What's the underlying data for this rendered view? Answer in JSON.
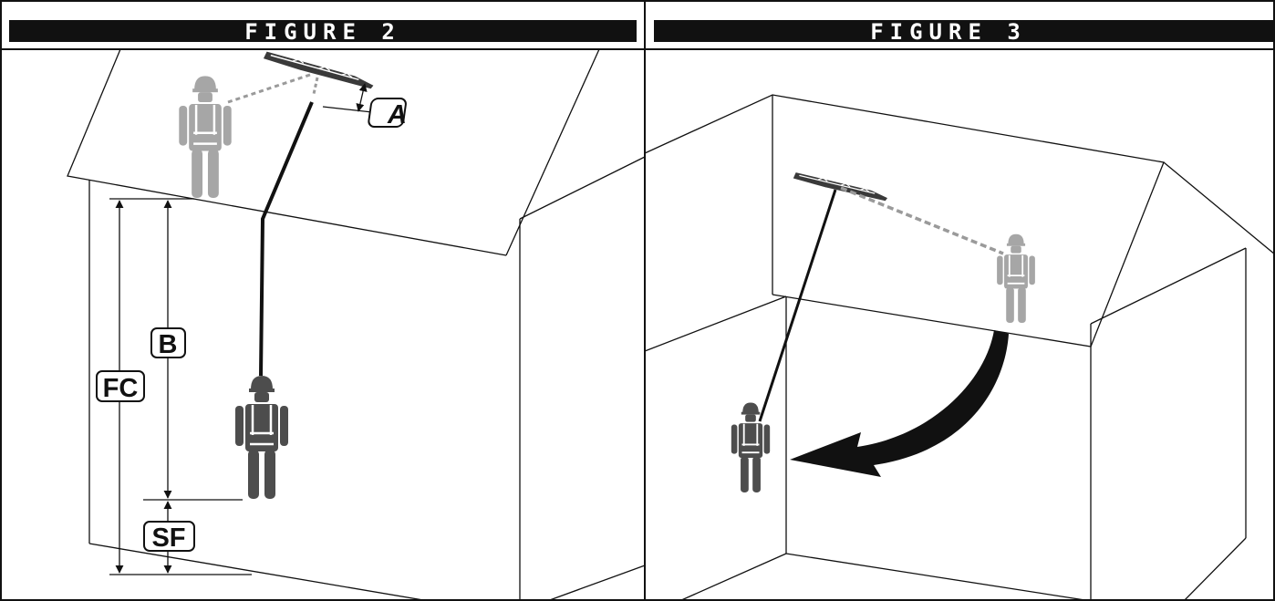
{
  "figures": [
    {
      "title": "FIGURE 2"
    },
    {
      "title": "FIGURE 3"
    }
  ],
  "labels": {
    "a": "A",
    "b": "B",
    "fc": "FC",
    "sf": "SF"
  },
  "colors": {
    "ink": "#111111",
    "worker_dark": "#4d4d4d",
    "worker_light": "#a6a6a6",
    "dashed_line": "#9a9a9a"
  }
}
